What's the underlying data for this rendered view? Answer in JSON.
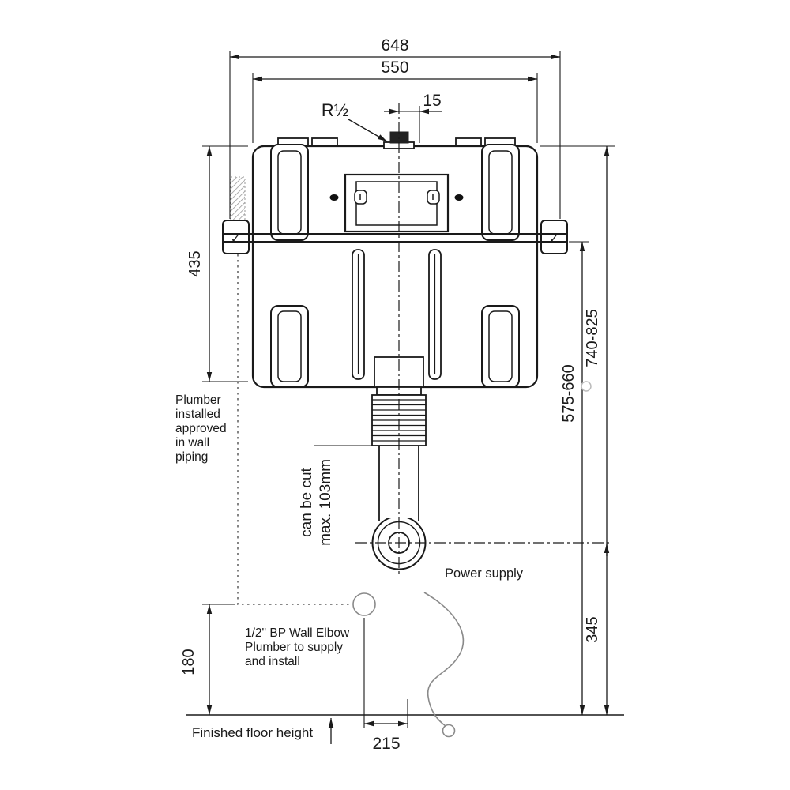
{
  "diagram": {
    "dims": {
      "overall_width": "648",
      "body_width": "550",
      "inlet_offset": "15",
      "inlet_thread": "R½",
      "body_height": "435",
      "total_height_range": "740-825",
      "rail_height_range": "575-660",
      "outlet_center_height": "345",
      "elbow_height": "180",
      "elbow_offset": "215"
    },
    "notes": {
      "cut_line1": "can be cut",
      "cut_line2": "max. 103mm",
      "plumber": [
        "Plumber",
        "installed",
        "approved",
        "in wall",
        "piping"
      ],
      "power_supply": "Power supply",
      "wall_elbow": [
        "1/2\" BP Wall Elbow",
        "Plumber to supply",
        "and install"
      ],
      "floor": "Finished floor height"
    },
    "icons": {
      "bracket_clip_glyph": "✓"
    },
    "colors": {
      "line": "#1a1a1a",
      "grey": "#8a8a8a",
      "background": "#ffffff"
    }
  }
}
